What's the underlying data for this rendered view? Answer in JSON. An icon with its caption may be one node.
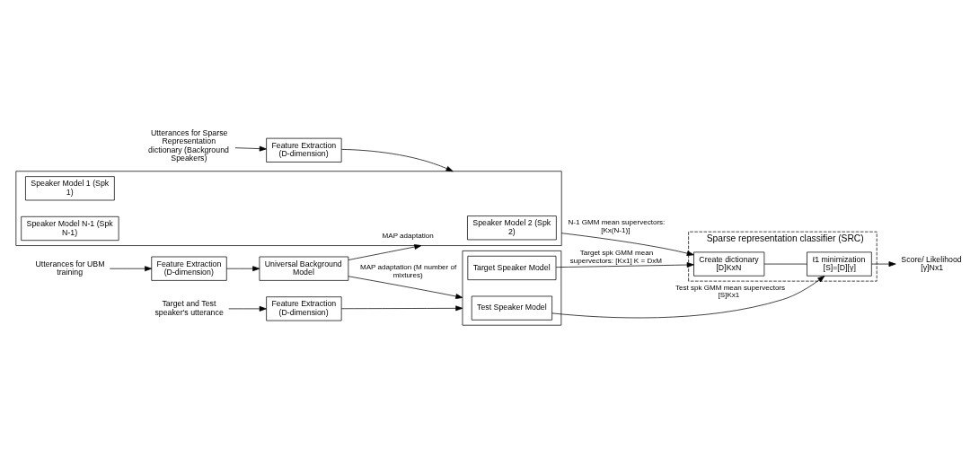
{
  "diagram": {
    "nodes": [
      {
        "text": [
          "Utterances for Sparse Representation dictionary (Background Speakers)"
        ]
      },
      {
        "text": [
          "Feature Extraction",
          "(D-dimension)"
        ]
      },
      {
        "text": [],
        "shape": "box"
      },
      {
        "text": [
          "Speaker Model 1 (Spk 1)"
        ],
        "in": 2
      },
      {
        "text": [
          "Speaker Model 2 (Spk 2)"
        ],
        "in": 2
      },
      {
        "text": [
          "Speaker Model N-1 (Spk N-1)"
        ],
        "in": 2
      },
      {
        "text": [
          "Utterances for UBM training"
        ]
      },
      {
        "text": [
          "Feature Extraction",
          "(D-dimension)"
        ]
      },
      {
        "text": [
          "Universal Background Model"
        ]
      },
      {
        "text": [
          "Target and Test speaker's utterance"
        ]
      },
      {
        "text": [
          "Feature Extraction",
          "(D-dimension)"
        ]
      },
      {
        "text": [],
        "shape": "box"
      },
      {
        "text": [
          "Target Speaker Model"
        ],
        "in": 11
      },
      {
        "text": [
          "Test Speaker Model"
        ],
        "in": 11
      },
      {
        "text": [
          "Sparse representation classifier (SRC)"
        ]
      },
      {
        "text": [
          "Create dictionary",
          "[D]KxN"
        ],
        "in": 14
      },
      {
        "text": [
          "ℓ1 minimization",
          "[S]=[D][γ]"
        ],
        "in": 14
      },
      {
        "text": [
          "Score/ Likelihood",
          "[γ]Nx1"
        ]
      }
    ],
    "edges": [
      {
        "from": 0,
        "to": 1,
        "arrow": "to"
      },
      {
        "from": 1,
        "to": 2,
        "arrow": "to"
      },
      {
        "from": 2,
        "to": 15,
        "arrow": "to",
        "label": "N-1 GMM mean supervectors: [Kx(N-1)]"
      },
      {
        "from": 6,
        "to": 7,
        "arrow": "to"
      },
      {
        "from": 7,
        "to": 8,
        "arrow": "to"
      },
      {
        "from": 8,
        "to": 2,
        "arrow": "to",
        "label": "MAP adaptation"
      },
      {
        "from": 8,
        "to": 11,
        "arrow": "to",
        "label": "MAP adaptation (M number of mixtures)"
      },
      {
        "from": 9,
        "to": 10,
        "arrow": "to"
      },
      {
        "from": 10,
        "to": 11,
        "arrow": "to"
      },
      {
        "from": 12,
        "to": 15,
        "arrow": "to",
        "label": "Target spk GMM mean supervectors: [Kx1] K = DxM"
      },
      {
        "from": 15,
        "to": 16,
        "arrow": "none"
      },
      {
        "from": 13,
        "to": 16,
        "arrow": "to",
        "label": "Test spk GMM mean supervectors [S]Kx1"
      },
      {
        "from": 16,
        "to": 17,
        "arrow": "to"
      }
    ]
  }
}
